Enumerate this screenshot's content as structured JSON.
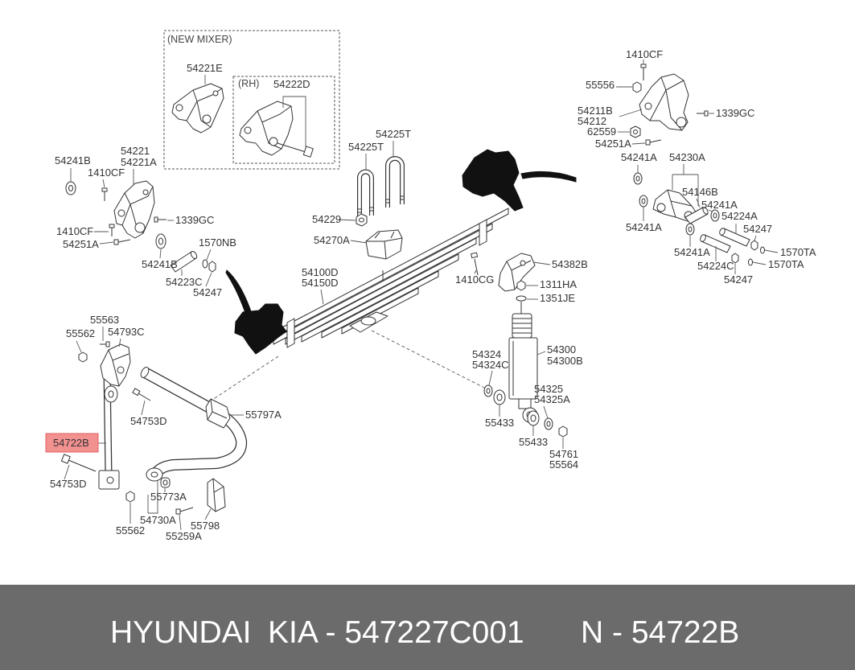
{
  "diagram": {
    "box_new_mixer": "(NEW MIXER)",
    "box_rh": "(RH)"
  },
  "labels": [
    "54221E",
    "54222D",
    "54225T",
    "54225T",
    "54229",
    "54270A",
    "54100D",
    "54150D",
    "54241B",
    "1410CF",
    "54221",
    "54221A",
    "1339GC",
    "1410CF",
    "54251A",
    "54241B",
    "1570NB",
    "54223C",
    "54247",
    "1410CF",
    "55556",
    "54211B",
    "54212",
    "62559",
    "54251A",
    "1339GC",
    "54241A",
    "54230A",
    "54146B",
    "54241A",
    "54224A",
    "54247",
    "54241A",
    "1570TA",
    "54241A",
    "1570TA",
    "54224C",
    "54247",
    "54382B",
    "1410CG",
    "1311HA",
    "1351JE",
    "54300",
    "54300B",
    "54324",
    "54324C",
    "54325",
    "54325A",
    "55433",
    "55433",
    "54761",
    "55564",
    "55563",
    "55562",
    "54793C",
    "54753D",
    "55797A",
    "54722B",
    "54753D",
    "55773A",
    "54730A",
    "55798",
    "55562",
    "55259A"
  ],
  "highlight": {
    "part": "54722B"
  },
  "footer": {
    "brand": "HYUNDAI",
    "oem_number": "KIA - 547227C001",
    "part_number": "N - 54722B"
  },
  "colors": {
    "highlight_fill": "#f39191",
    "highlight_stroke": "#e06060",
    "footer_bg": "#6b6b6b",
    "footer_text": "#ffffff"
  }
}
